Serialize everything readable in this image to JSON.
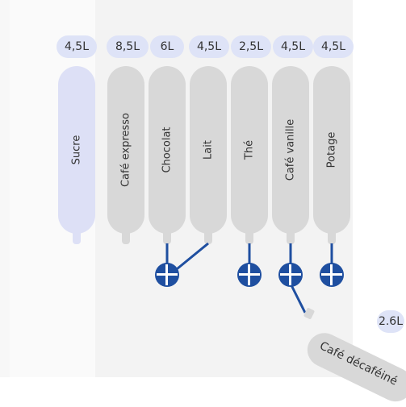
{
  "canisters": [
    {
      "label": "Sucre",
      "volume": "4,5L"
    },
    {
      "label": "Café expresso",
      "volume": "8,5L"
    },
    {
      "label": "Chocolat",
      "volume": "6L"
    },
    {
      "label": "Lait",
      "volume": "4,5L"
    },
    {
      "label": "Thé",
      "volume": "2,5L"
    },
    {
      "label": "Café vanille",
      "volume": "4,5L"
    },
    {
      "label": "Potage",
      "volume": "4,5L"
    }
  ],
  "decaf": {
    "label": "Café décaféiné",
    "volume": "2.6L"
  },
  "colors": {
    "pipe": "#1f4fa0",
    "canister": "#d8d8d8",
    "sugar": "#dde0f6",
    "badge": "#dee3f7"
  }
}
